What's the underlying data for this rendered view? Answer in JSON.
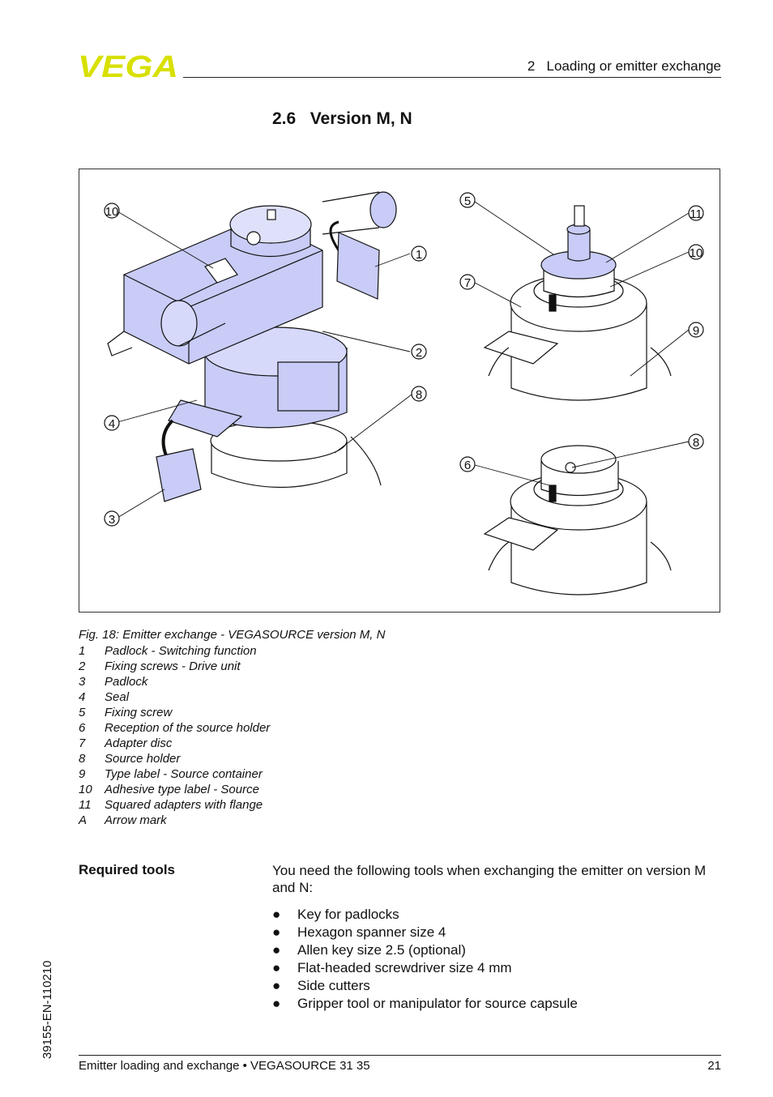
{
  "header": {
    "logo_text": "VEGA",
    "brand_color": "#d8e000",
    "section": "2   Loading or emitter exchange"
  },
  "section_title": "2.6   Version M, N",
  "figure": {
    "callouts": [
      "10",
      "1",
      "2",
      "8",
      "4",
      "3",
      "5",
      "11",
      "10",
      "7",
      "9",
      "8",
      "6"
    ],
    "caption": "Fig. 18: Emitter exchange - VEGASOURCE version M, N",
    "legend": [
      {
        "key": "1",
        "text": "Padlock - Switching function"
      },
      {
        "key": "2",
        "text": "Fixing screws - Drive unit"
      },
      {
        "key": "3",
        "text": "Padlock"
      },
      {
        "key": "4",
        "text": "Seal"
      },
      {
        "key": "5",
        "text": "Fixing screw"
      },
      {
        "key": "6",
        "text": "Reception of the source holder"
      },
      {
        "key": "7",
        "text": "Adapter disc"
      },
      {
        "key": "8",
        "text": "Source holder"
      },
      {
        "key": "9",
        "text": "Type label - Source container"
      },
      {
        "key": "10",
        "text": "Adhesive type label - Source"
      },
      {
        "key": "11",
        "text": "Squared adapters with flange"
      },
      {
        "key": "A",
        "text": "Arrow mark"
      }
    ]
  },
  "tools": {
    "heading": "Required tools",
    "intro": "You need the following tools when exchanging the emitter on version M and N:",
    "bullet": "●",
    "items": [
      "Key for padlocks",
      "Hexagon spanner size 4",
      "Allen key size 2.5 (optional)",
      "Flat-headed screwdriver size 4 mm",
      "Side cutters",
      "Gripper tool or manipulator for source capsule"
    ]
  },
  "side_code": "39155-EN-110210",
  "footer": {
    "left": "Emitter loading and exchange • VEGASOURCE 31 35",
    "page": "21"
  }
}
